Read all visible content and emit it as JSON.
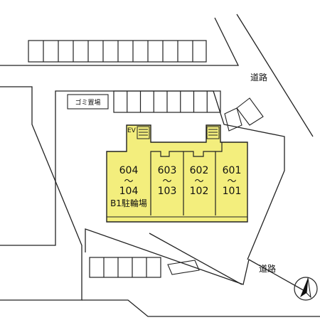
{
  "labels": {
    "garbage": "ゴミ置場",
    "road_upper": "道路",
    "road_lower": "道路",
    "elevator": "EV",
    "bicycle_parking": "B1駐輪場"
  },
  "units": [
    {
      "top": "604",
      "sep": "〜",
      "bottom": "104"
    },
    {
      "top": "603",
      "sep": "〜",
      "bottom": "103"
    },
    {
      "top": "602",
      "sep": "〜",
      "bottom": "102"
    },
    {
      "top": "601",
      "sep": "〜",
      "bottom": "101"
    }
  ],
  "colors": {
    "building": "#f3ee7d",
    "line": "#222222",
    "background": "#ffffff"
  },
  "icons": {
    "compass": "north-arrow-icon"
  }
}
